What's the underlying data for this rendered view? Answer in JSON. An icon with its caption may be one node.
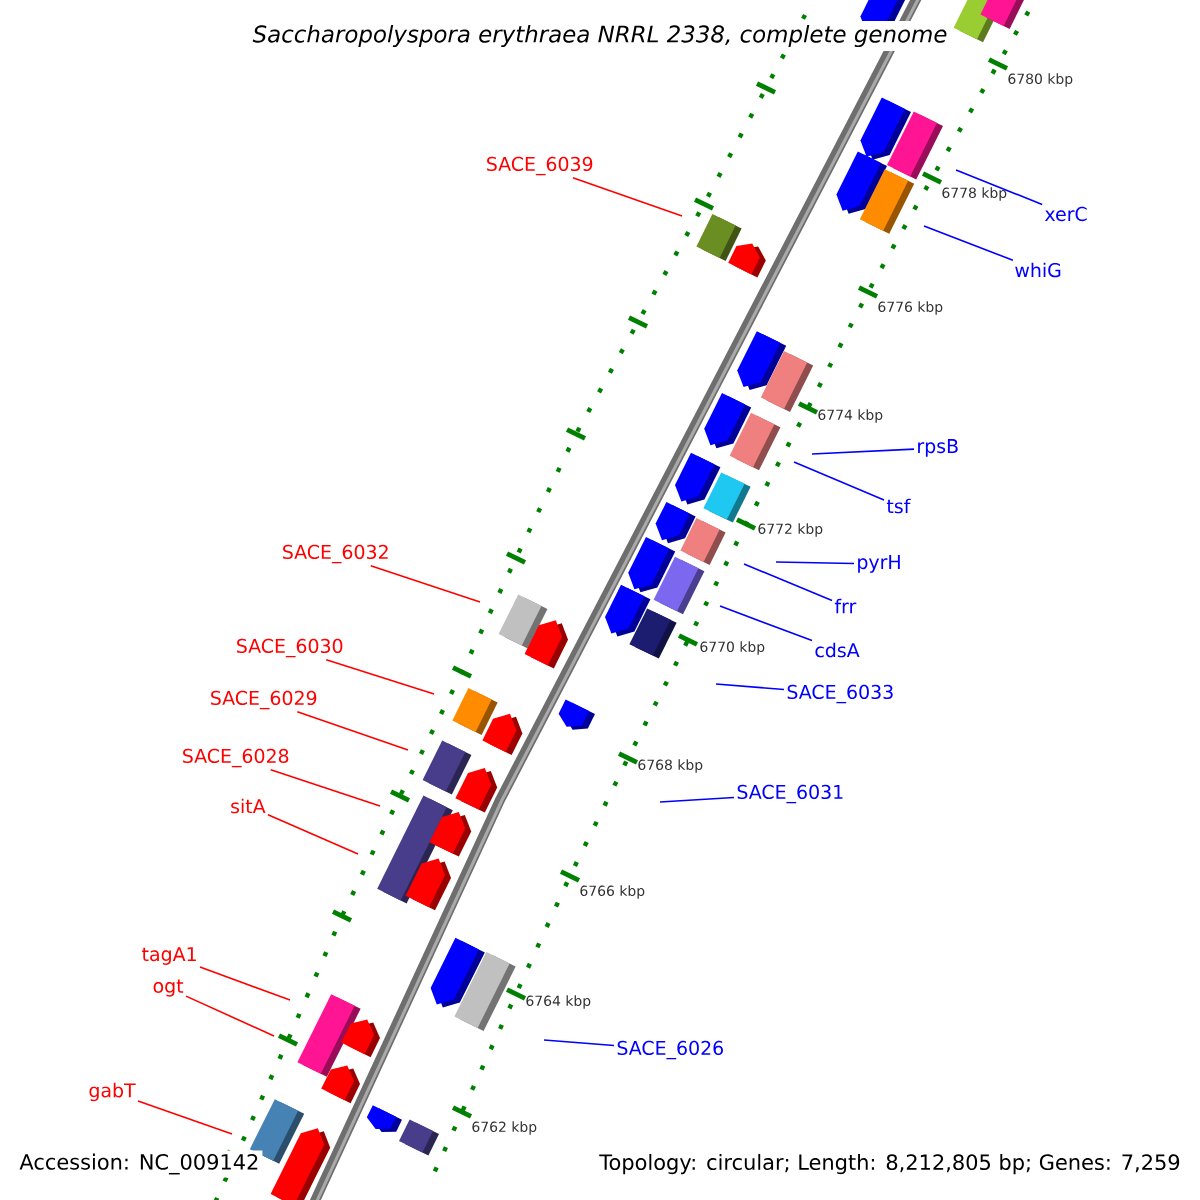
{
  "diagram": {
    "title": "Saccharopolyspora erythraea NRRL 2338, complete genome",
    "nodes": [
      {
        "text": [
          "SACE_6039"
        ]
      },
      {
        "text": [
          "xerC"
        ]
      },
      {
        "text": [
          "whiG"
        ]
      },
      {
        "text": [
          "rpsB"
        ]
      },
      {
        "text": [
          "tsf"
        ]
      },
      {
        "text": [
          "pyrH"
        ]
      },
      {
        "text": [
          "frr"
        ]
      },
      {
        "text": [
          "SACE_6032"
        ]
      },
      {
        "text": [
          "cdsA"
        ]
      },
      {
        "text": [
          "SACE_6030"
        ]
      },
      {
        "text": [
          "SACE_6033"
        ]
      },
      {
        "text": [
          "SACE_6029"
        ]
      },
      {
        "text": [
          "SACE_6028"
        ]
      },
      {
        "text": [
          "SACE_6031"
        ]
      },
      {
        "text": [
          "sitA"
        ]
      },
      {
        "text": [
          "tagA1"
        ]
      },
      {
        "text": [
          "ogt"
        ]
      },
      {
        "text": [
          "SACE_6026"
        ]
      },
      {
        "text": [
          "gabT"
        ]
      }
    ],
    "edges": [
      {
        "from": 0,
        "to": null,
        "arrow": "none",
        "color": "#ff0000"
      },
      {
        "from": 1,
        "to": null,
        "arrow": "none",
        "color": "#0000ff"
      },
      {
        "from": 2,
        "to": null,
        "arrow": "none",
        "color": "#0000ff"
      },
      {
        "from": 3,
        "to": null,
        "arrow": "none",
        "color": "#0000ff"
      },
      {
        "from": 4,
        "to": null,
        "arrow": "none",
        "color": "#0000ff"
      },
      {
        "from": 5,
        "to": null,
        "arrow": "none",
        "color": "#0000ff"
      },
      {
        "from": 6,
        "to": null,
        "arrow": "none",
        "color": "#0000ff"
      },
      {
        "from": 7,
        "to": null,
        "arrow": "none",
        "color": "#ff0000"
      },
      {
        "from": 8,
        "to": null,
        "arrow": "none",
        "color": "#0000ff"
      },
      {
        "from": 9,
        "to": null,
        "arrow": "none",
        "color": "#ff0000"
      },
      {
        "from": 10,
        "to": null,
        "arrow": "none",
        "color": "#0000ff"
      },
      {
        "from": 11,
        "to": null,
        "arrow": "none",
        "color": "#ff0000"
      },
      {
        "from": 12,
        "to": null,
        "arrow": "none",
        "color": "#ff0000"
      },
      {
        "from": 13,
        "to": null,
        "arrow": "none",
        "color": "#0000ff"
      },
      {
        "from": 14,
        "to": null,
        "arrow": "none",
        "color": "#ff0000"
      },
      {
        "from": 15,
        "to": null,
        "arrow": "none",
        "color": "#ff0000"
      },
      {
        "from": 16,
        "to": null,
        "arrow": "none",
        "color": "#ff0000"
      },
      {
        "from": 17,
        "to": null,
        "arrow": "none",
        "color": "#0000ff"
      },
      {
        "from": 18,
        "to": null,
        "arrow": "none",
        "color": "#ff0000"
      }
    ],
    "labels": [
      "6780 kbp",
      "6778 kbp",
      "6776 kbp",
      "6774 kbp",
      "6772 kbp",
      "6770 kbp",
      "6768 kbp",
      "6766 kbp",
      "6764 kbp",
      "6762 kbp",
      "Accession: NC_009142",
      "Topology: circular; Length: 8,212,805 bp; Genes: 7,259"
    ]
  }
}
